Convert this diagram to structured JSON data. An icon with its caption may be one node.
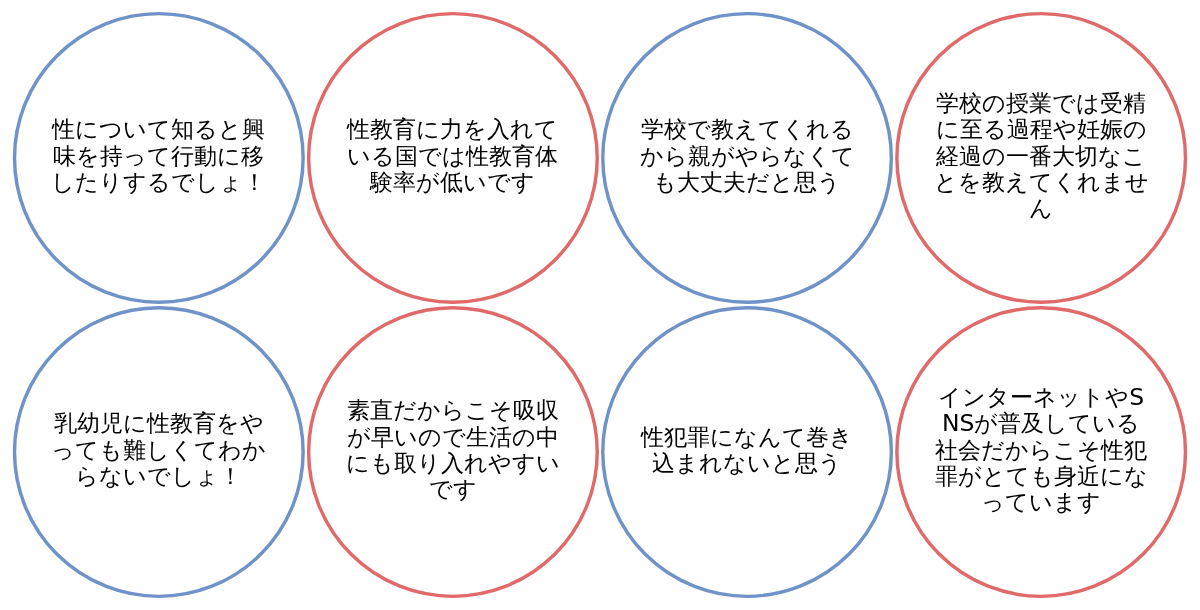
{
  "diagram": {
    "nodes": [
      {
        "text": [
          "性について知ると興味を持って行動に移したりするでしょ！"
        ]
      },
      {
        "text": [
          "性教育に力を入れている国では性教育体験率が低いです"
        ]
      },
      {
        "text": [
          "学校で教えてくれるから親がやらなくても大丈夫だと思う"
        ]
      },
      {
        "text": [
          "学校の授業では受精に至る過程や妊娠の経過の一番大切なことを教えてくれません"
        ]
      },
      {
        "text": [
          "乳幼児に性教育をやっても難しくてわからないでしょ！"
        ]
      },
      {
        "text": [
          "素直だからこそ吸収が早いので生活の中にも取り入れやすいです"
        ]
      },
      {
        "text": [
          "性犯罪になんて巻き込まれないと思う"
        ]
      },
      {
        "text": [
          "インターネットやSNSが普及している社会だからこそ性犯罪がとても身近になっています"
        ]
      }
    ],
    "edges": []
  }
}
